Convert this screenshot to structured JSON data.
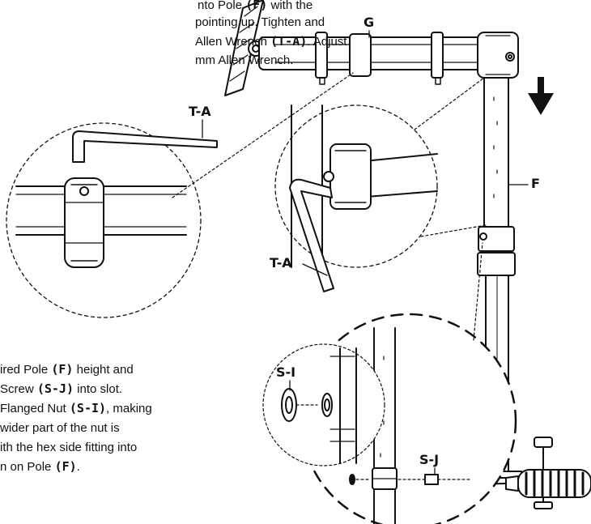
{
  "step_top": {
    "line1": {
      "pre": "nto Pole ",
      "ref": "(F)",
      "post": " with the"
    },
    "line2": "pointing up. Tighten and",
    "line3": {
      "pre": "Allen Wrench ",
      "ref": "(T-A)",
      "post": ". Adjust"
    },
    "line4": "mm Allen Wrench."
  },
  "step_bottom": {
    "line1": {
      "pre": "ired Pole ",
      "ref": "(F)",
      "post": " height and"
    },
    "line2": {
      "pre": "Screw ",
      "ref": "(S-J)",
      "post": " into slot."
    },
    "line3": {
      "pre": "Flanged Nut ",
      "ref": "(S-I)",
      "post": ", making"
    },
    "line4": "wider part of the nut is",
    "line5": "ith the hex side fitting into",
    "line6": {
      "pre": "n on Pole ",
      "ref": "(F)",
      "post": "."
    }
  },
  "labels": {
    "g": "G",
    "f": "F",
    "ta_left": "T-A",
    "ta_right": "T-A",
    "si": "S-I",
    "sj": "S-J"
  },
  "colors": {
    "ink": "#111111",
    "paper": "#ffffff"
  }
}
